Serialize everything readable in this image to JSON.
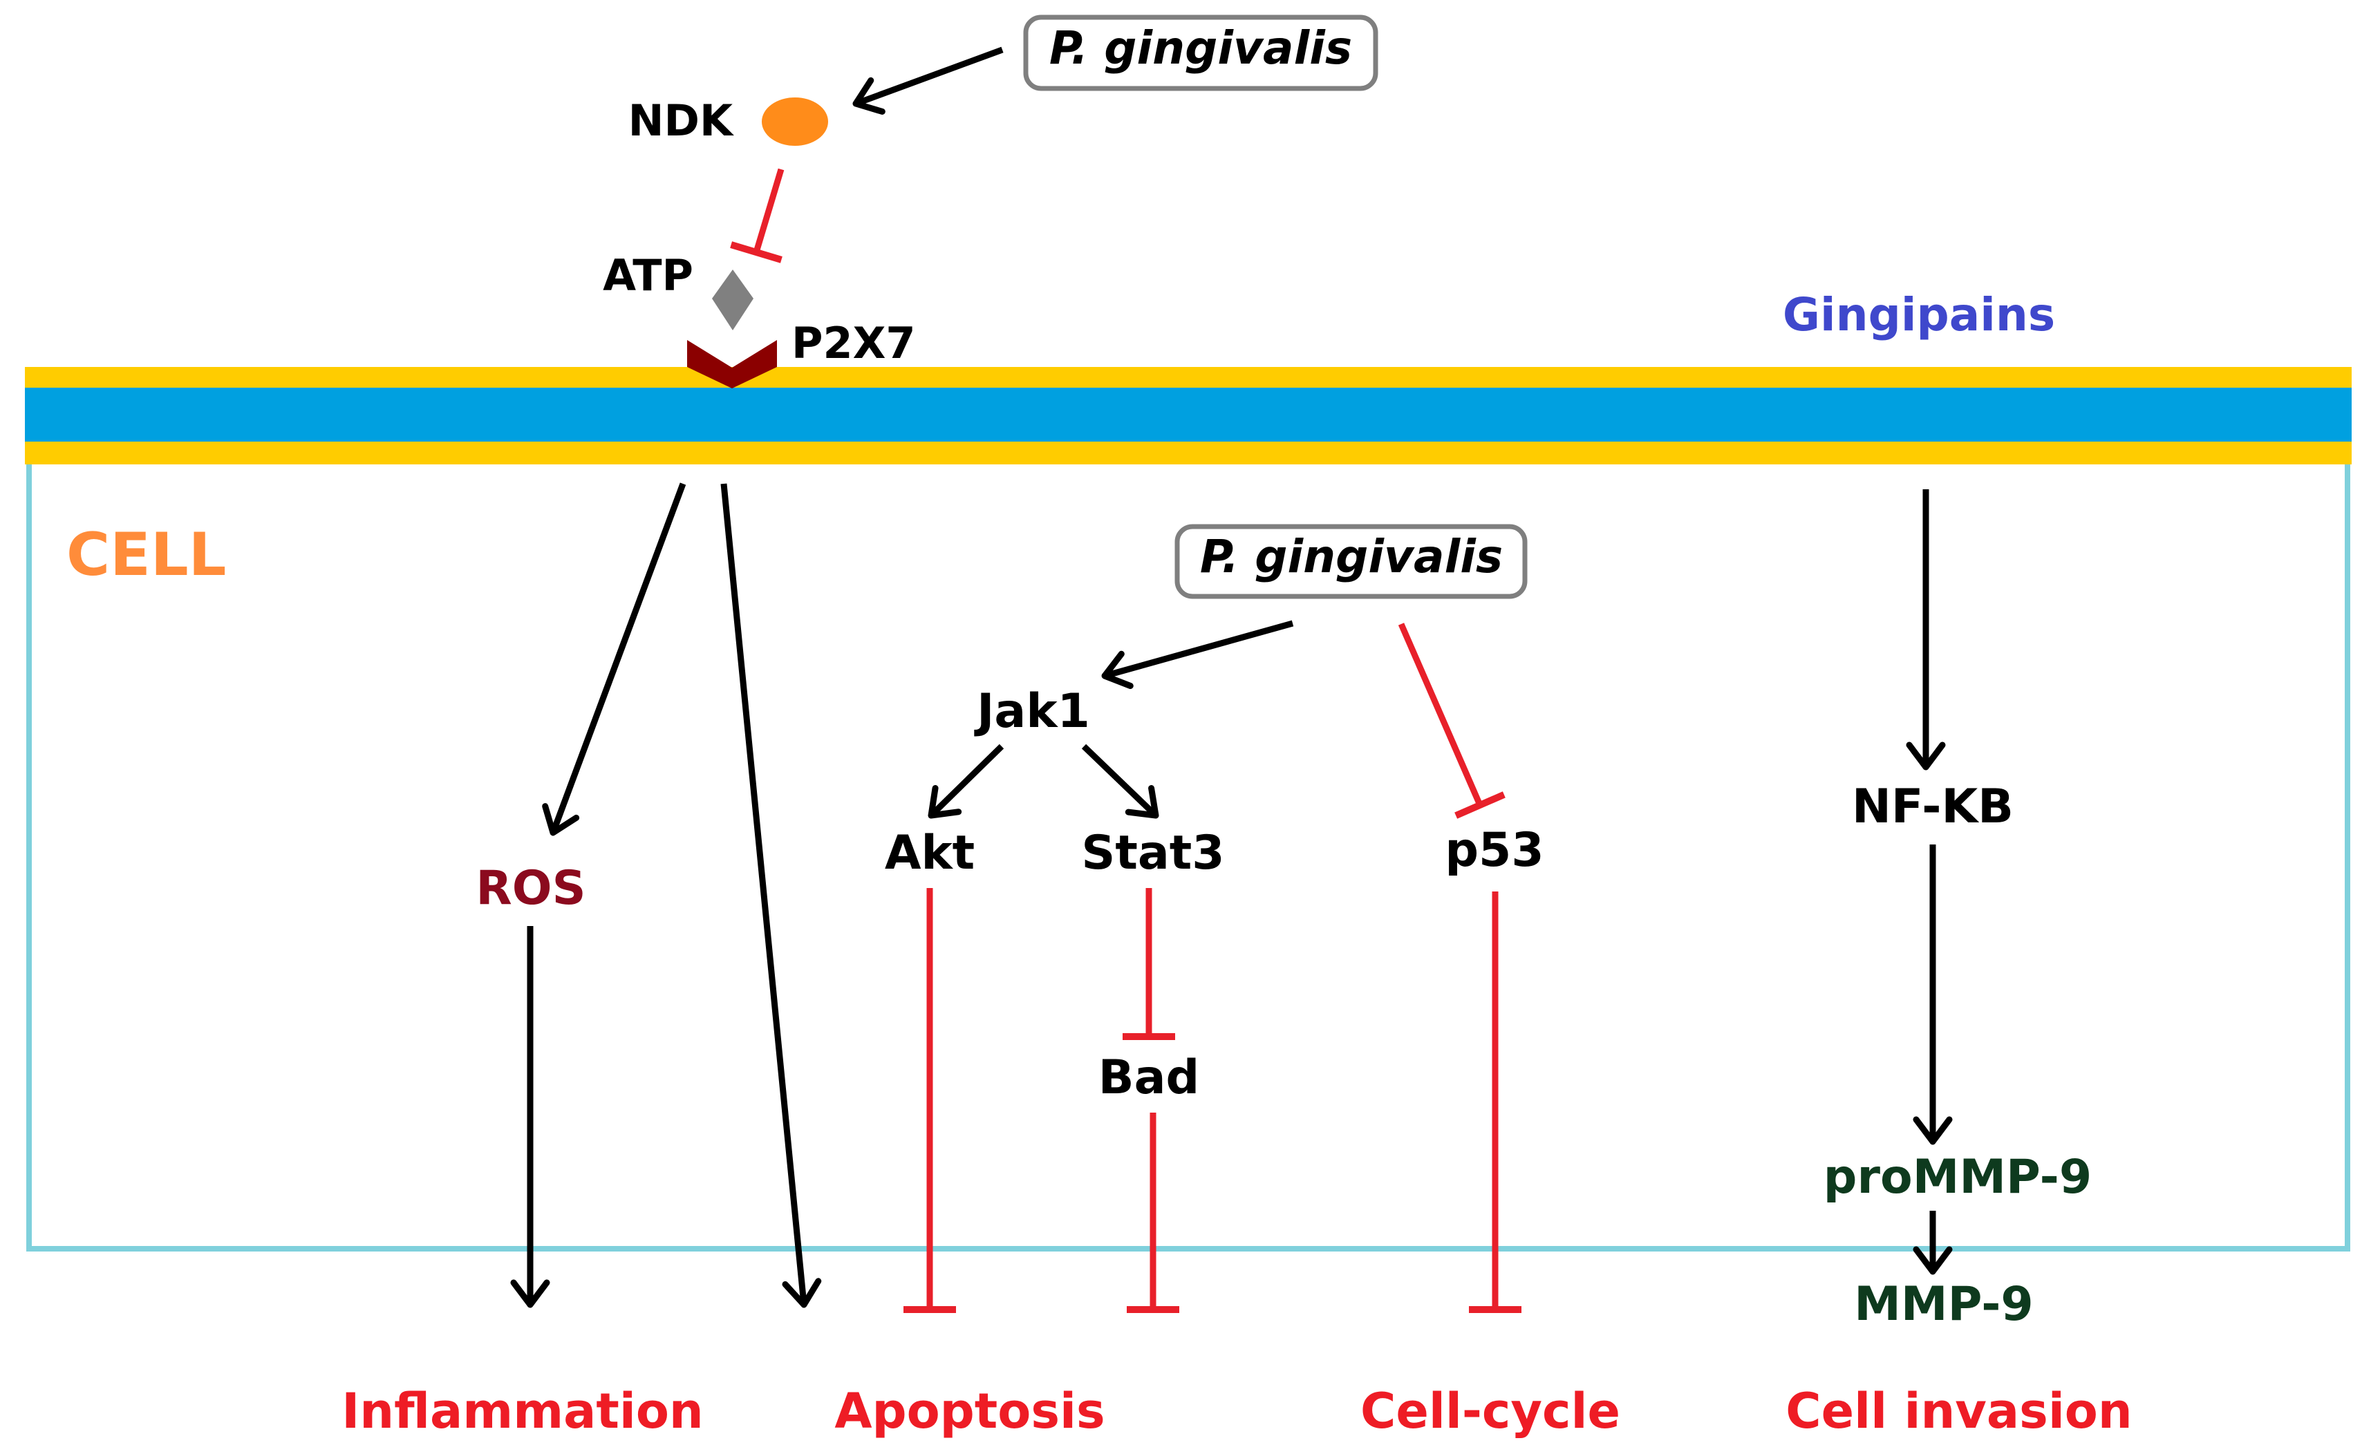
{
  "labels": {
    "pg_top": "P. gingivalis",
    "pg_inner": "P. gingivalis",
    "ndk": "NDK",
    "atp": "ATP",
    "p2x7": "P2X7",
    "gingipains": "Gingipains",
    "cell": "CELL",
    "ros": "ROS",
    "jak1": "Jak1",
    "akt": "Akt",
    "stat3": "Stat3",
    "p53": "p53",
    "bad": "Bad",
    "nfkb": "NF-KB",
    "prommp9": "proMMP-9",
    "mmp9": "MMP-9",
    "inflammation": "Inflammation",
    "apoptosis": "Apoptosis",
    "cell_cycle": "Cell-cycle",
    "cell_invasion": "Cell invasion"
  },
  "colors": {
    "membrane_outer": "#FFCC00",
    "membrane_inner": "#00A0E0",
    "cell_border": "#7FD0DC",
    "activation": "#000000",
    "inhibition": "#E8202A",
    "outcome": "#EE1C25",
    "cell_label": "#FF8C3A",
    "gingipains": "#3F48CC",
    "ros": "#8B0A1E",
    "mmp": "#0E3A1E",
    "ndk": "#FF8C1A",
    "atp": "#808080",
    "p2x7": "#8B0000",
    "box_border": "#7F7F7F"
  },
  "icons": {
    "ndk": "orange-oval",
    "atp": "gray-diamond",
    "p2x7": "dark-red-chevron-receptor"
  }
}
